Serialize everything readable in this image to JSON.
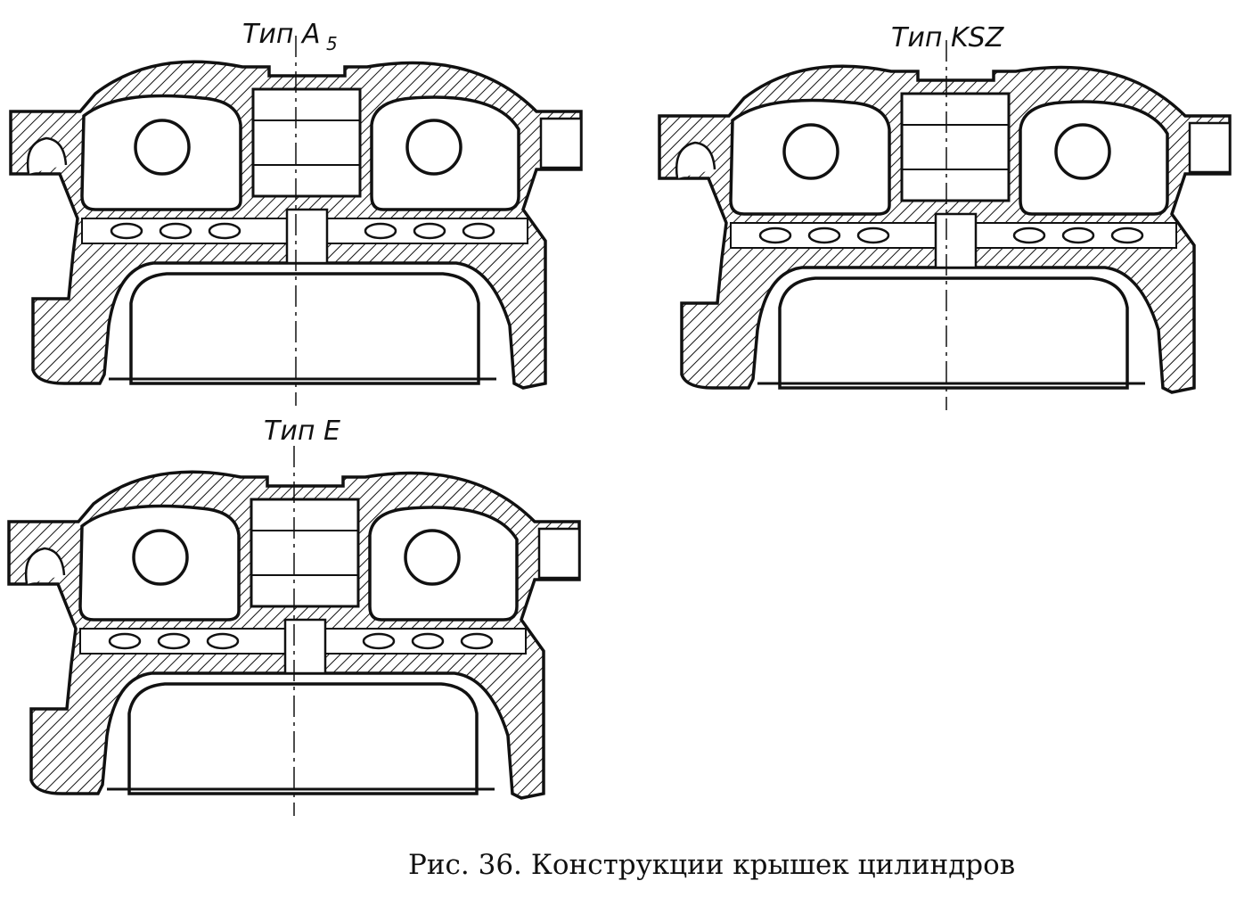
{
  "drawings": [
    {
      "id": "a5",
      "title_main": "Тип A",
      "title_sub": "5"
    },
    {
      "id": "ksz",
      "title_main": "Тип KSZ",
      "title_sub": ""
    },
    {
      "id": "e",
      "title_main": "Тип E",
      "title_sub": ""
    }
  ],
  "caption": {
    "number": "Рис. 36.",
    "text": "Конструкции крышек цилиндров"
  },
  "colors": {
    "ink": "#111111",
    "paper": "#ffffff"
  }
}
